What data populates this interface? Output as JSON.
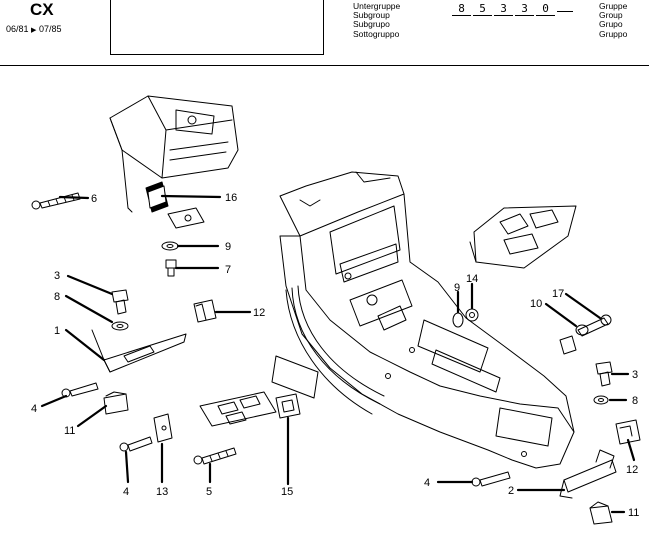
{
  "header": {
    "model": "CX",
    "range_start": "06/81",
    "range_arrow": "▶",
    "range_end": "07/85",
    "subgroup_labels": [
      "Untergruppe",
      "Subgroup",
      "Subgrupo",
      "Sottogruppo"
    ],
    "subgroup_number_digits": [
      "8",
      "5",
      "3",
      "3",
      "0",
      ""
    ],
    "group_labels": [
      "Gruppe",
      "Group",
      "Grupo",
      "Gruppo"
    ]
  },
  "callouts": [
    {
      "id": "6",
      "label": "6"
    },
    {
      "id": "16",
      "label": "16"
    },
    {
      "id": "9a",
      "label": "9"
    },
    {
      "id": "7",
      "label": "7"
    },
    {
      "id": "3a",
      "label": "3"
    },
    {
      "id": "8a",
      "label": "8"
    },
    {
      "id": "12a",
      "label": "12"
    },
    {
      "id": "1",
      "label": "1"
    },
    {
      "id": "4a",
      "label": "4"
    },
    {
      "id": "11a",
      "label": "11"
    },
    {
      "id": "4b",
      "label": "4"
    },
    {
      "id": "13",
      "label": "13"
    },
    {
      "id": "5",
      "label": "5"
    },
    {
      "id": "15",
      "label": "15"
    },
    {
      "id": "9b",
      "label": "9"
    },
    {
      "id": "14",
      "label": "14"
    },
    {
      "id": "17",
      "label": "17"
    },
    {
      "id": "10",
      "label": "10"
    },
    {
      "id": "3b",
      "label": "3"
    },
    {
      "id": "8b",
      "label": "8"
    },
    {
      "id": "12b",
      "label": "12"
    },
    {
      "id": "4c",
      "label": "4"
    },
    {
      "id": "2",
      "label": "2"
    },
    {
      "id": "11b",
      "label": "11"
    }
  ]
}
